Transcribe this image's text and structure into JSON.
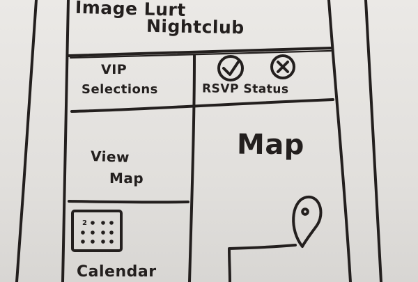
{
  "app": {
    "title_line_1": "Image Lurt",
    "title_line_2": "Nightclub"
  },
  "nav": {
    "vip_line_1": "VIP",
    "vip_line_2": "Selections",
    "view_map_line_1": "View",
    "view_map_line_2": "Map",
    "calendar_label": "Calendar"
  },
  "rsvp": {
    "label": "RSVP Status",
    "confirm_icon": "check-icon",
    "decline_icon": "x-icon"
  },
  "map": {
    "label": "Map",
    "marker_icon": "map-pin-icon"
  },
  "calendar": {
    "icon": "calendar-icon"
  }
}
